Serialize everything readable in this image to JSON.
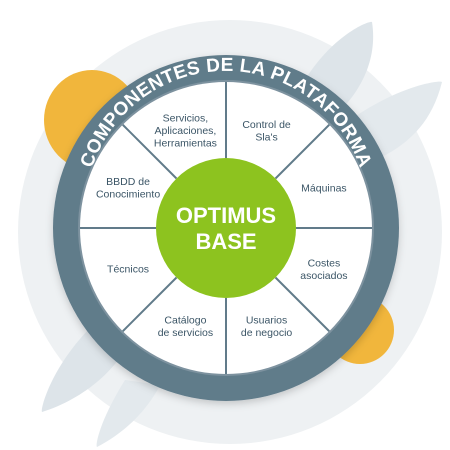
{
  "ring_title": "COMPONENTES DE LA PLATAFORMA",
  "center": {
    "line1": "OPTIMUS",
    "line2": "BASE"
  },
  "segments": [
    {
      "lines": [
        "Control de",
        "Sla's"
      ]
    },
    {
      "lines": [
        "Máquinas"
      ]
    },
    {
      "lines": [
        "Costes",
        "asociados"
      ]
    },
    {
      "lines": [
        "Usuarios",
        "de negocio"
      ]
    },
    {
      "lines": [
        "Catálogo",
        "de servicios"
      ]
    },
    {
      "lines": [
        "Técnicos"
      ]
    },
    {
      "lines": [
        "BBDD de",
        "Conocimiento"
      ]
    },
    {
      "lines": [
        "Servicios,",
        "Aplicaciones,",
        "Herramientas"
      ]
    }
  ],
  "colors": {
    "ring": "#617b8a",
    "center": "#8dc31f",
    "segment_text": "#3b5566",
    "divider": "#617b8a",
    "leaf": "#dce3e8",
    "sun": "#f1b63c",
    "backdrop": "#eef1f3"
  }
}
